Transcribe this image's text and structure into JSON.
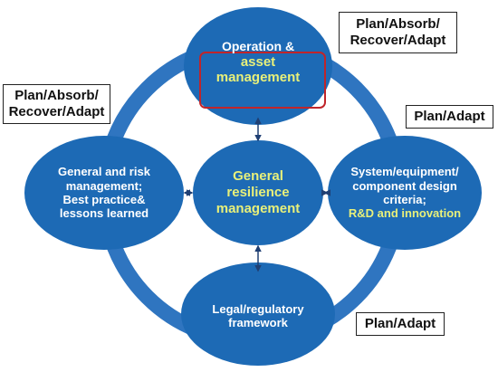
{
  "colors": {
    "ellipse_fill": "#1d6ab5",
    "ring": "#2f75c0",
    "connector": "#1f3f73",
    "highlight_text": "#e8f07a",
    "highlight_box": "#c0252a"
  },
  "nodes": {
    "top": {
      "line1": "Operation &",
      "line2": "asset",
      "line3": "management"
    },
    "center": {
      "line1": "General",
      "line2": "resilience",
      "line3": "management"
    },
    "left": {
      "line1": "General and risk",
      "line2": "management;",
      "line3": "Best practice&",
      "line4": "lessons learned"
    },
    "right": {
      "line1": "System/equipment/",
      "line2": "component design",
      "line3": "criteria;",
      "line4": "R&D and innovation"
    },
    "bottom": {
      "line1": "Legal/regulatory",
      "line2": "framework"
    }
  },
  "tags": {
    "top_right": {
      "line1": "Plan/Absorb/",
      "line2": "Recover/Adapt"
    },
    "left": {
      "line1": "Plan/Absorb/",
      "line2": "Recover/Adapt"
    },
    "right": {
      "line1": "Plan/Adapt"
    },
    "bottom_right": {
      "line1": "Plan/Adapt"
    }
  }
}
